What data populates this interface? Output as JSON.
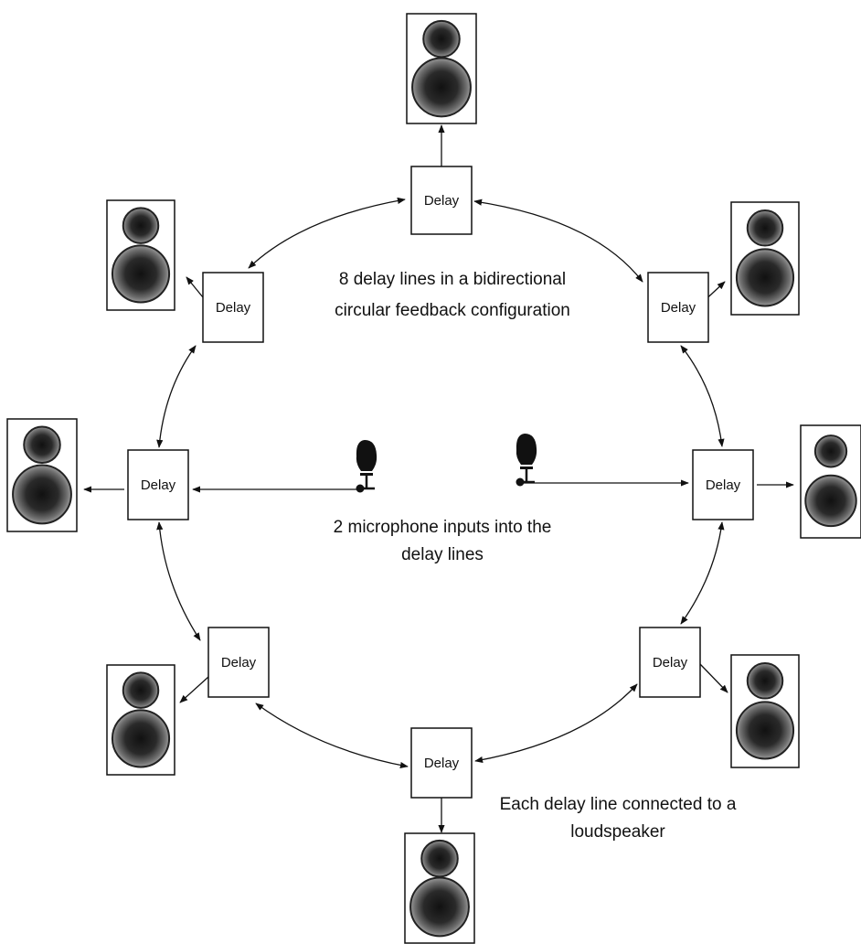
{
  "diagram": {
    "title_line1": "8 delay lines in a  bidirectional",
    "title_line2": "circular feedback configuration",
    "mic_caption_line1": "2 microphone inputs into the",
    "mic_caption_line2": "delay lines",
    "speaker_caption_line1": "Each delay line connected to a",
    "speaker_caption_line2": "loudspeaker",
    "delay_label": "Delay",
    "delay_count": 8,
    "microphone_count": 2,
    "loudspeaker_count": 8,
    "colors": {
      "stroke": "#111111",
      "cone_dark": "#1a1a1a",
      "cone_light": "#8a8a8a"
    },
    "icons": [
      "microphone-icon",
      "loudspeaker-icon"
    ]
  }
}
